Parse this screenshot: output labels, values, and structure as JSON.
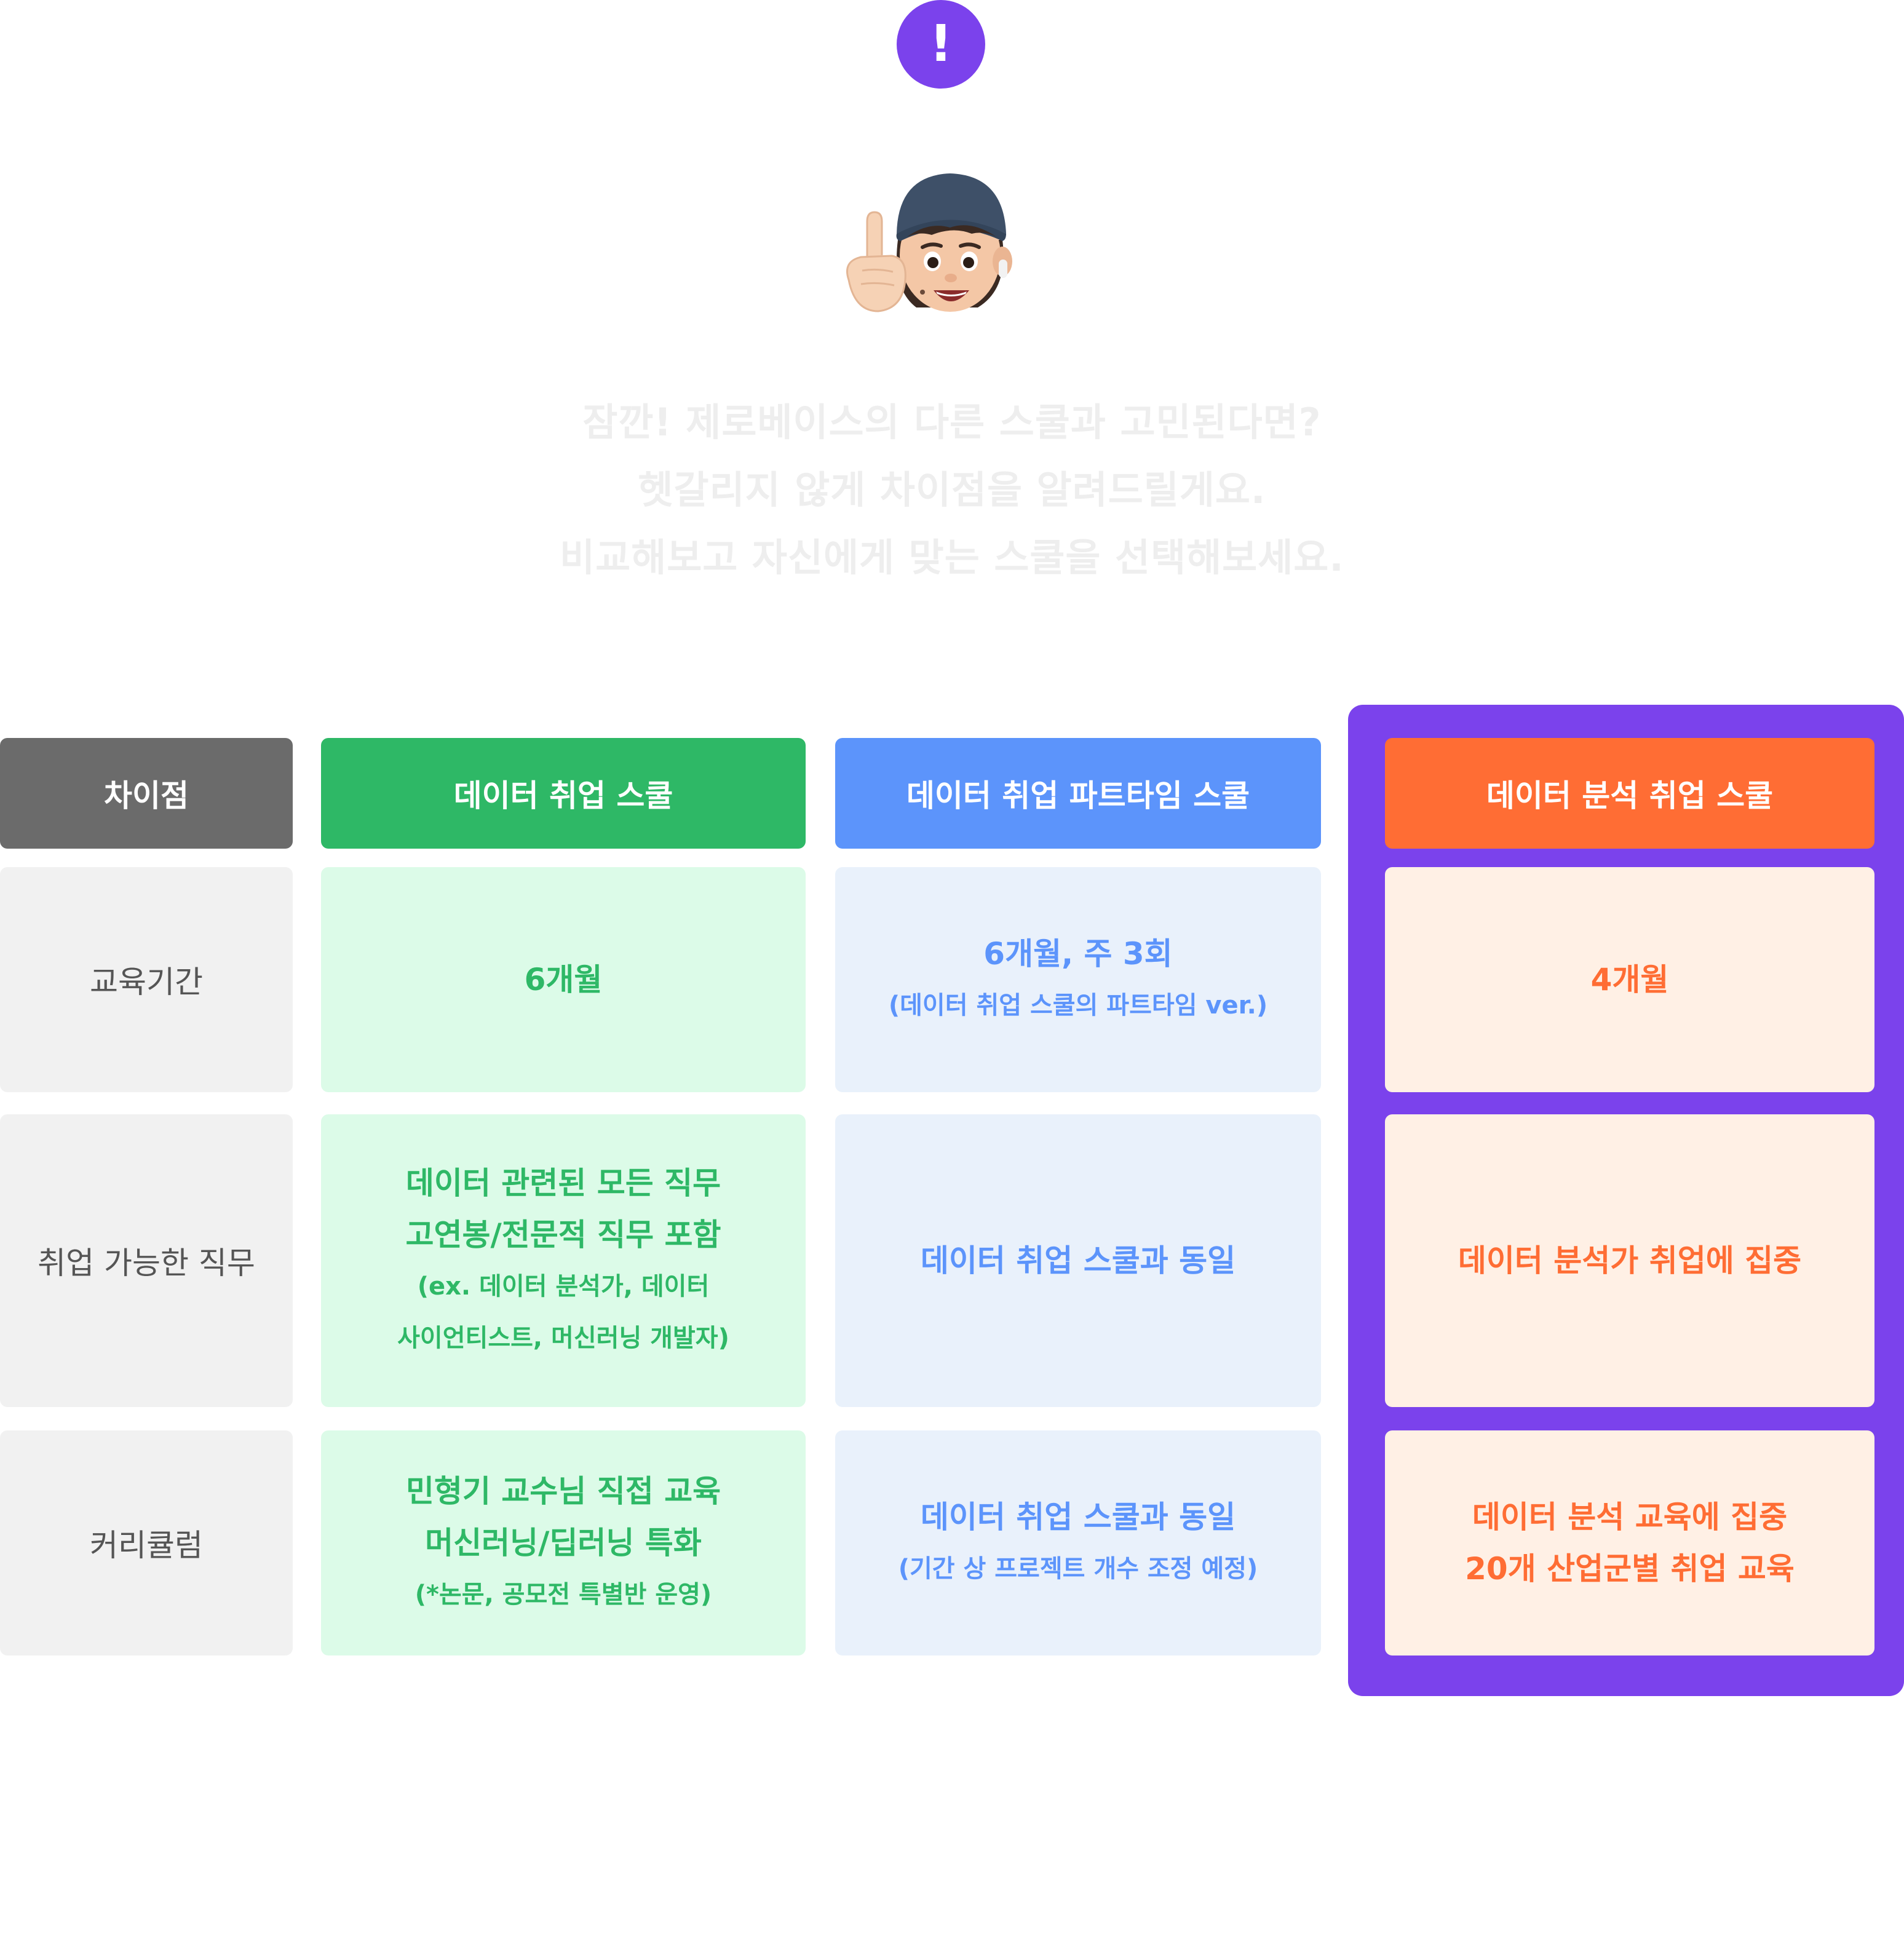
{
  "intro": {
    "line1": "잠깐! 제로베이스의 다른 스쿨과 고민된다면?",
    "line2": "헷갈리지 않게 차이점을 알려드릴게요.",
    "line3": "비교해보고 자신에게 맞는 스쿨을 선택해보세요."
  },
  "alert_badge": {
    "symbol": "!"
  },
  "colors": {
    "accent_purple": "#7b42ec",
    "green": "#2eb866",
    "blue": "#5c94fb",
    "orange": "#ff6d34",
    "gray_header": "#6b6b6b"
  },
  "table": {
    "headers": {
      "criteria": "차이점",
      "school_a": "데이터 취업 스쿨",
      "school_b": "데이터 취업 파트타임 스쿨",
      "school_c": "데이터 분석 취업 스쿨"
    },
    "rows": [
      {
        "label": "교육기간",
        "school_a": {
          "main": [
            "6개월"
          ],
          "note": []
        },
        "school_b": {
          "main": [
            "6개월, 주 3회"
          ],
          "note": [
            "(데이터 취업 스쿨의 파트타임 ver.)"
          ]
        },
        "school_c": {
          "main": [
            "4개월"
          ],
          "note": []
        }
      },
      {
        "label": "취업 가능한 직무",
        "school_a": {
          "main": [
            "데이터 관련된 모든 직무",
            "고연봉/전문적 직무 포함"
          ],
          "note": [
            "(ex. 데이터 분석가, 데이터",
            "사이언티스트, 머신러닝 개발자)"
          ]
        },
        "school_b": {
          "main": [
            "데이터 취업 스쿨과 동일"
          ],
          "note": []
        },
        "school_c": {
          "main": [
            "데이터 분석가 취업에 집중"
          ],
          "note": []
        }
      },
      {
        "label": "커리큘럼",
        "school_a": {
          "main": [
            "민형기 교수님 직접 교육",
            "머신러닝/딥러닝 특화"
          ],
          "note": [
            "(*논문, 공모전 특별반 운영)"
          ]
        },
        "school_b": {
          "main": [
            "데이터 취업 스쿨과 동일"
          ],
          "note": [
            "(기간 상 프로젝트 개수 조정 예정)"
          ]
        },
        "school_c": {
          "main": [
            "데이터 분석 교육에 집중",
            "20개 산업군별 취업 교육"
          ],
          "note": []
        }
      }
    ]
  }
}
